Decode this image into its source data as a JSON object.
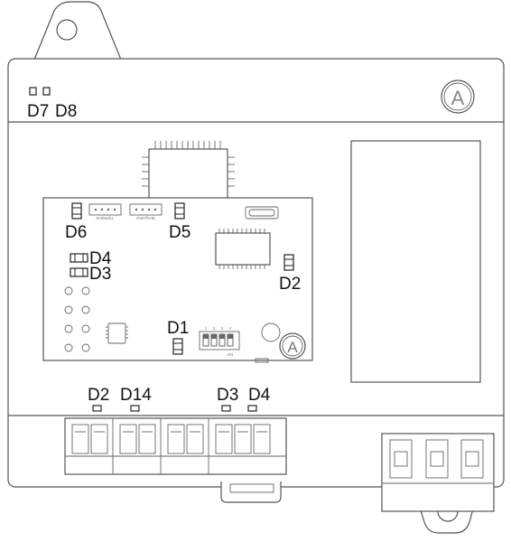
{
  "title": "",
  "brand_mark": "A",
  "board_mark": "A",
  "connector_labels": {
    "termos": "TERMOS",
    "maquina": "MAQUINA"
  },
  "dip_switch": {
    "numbers": [
      "1",
      "2",
      "3",
      "4"
    ],
    "on_label": "ON"
  },
  "leds": {
    "d7": "D7",
    "d8": "D8",
    "d6": "D6",
    "d5": "D5",
    "d4_board": "D4",
    "d3_board": "D3",
    "d2_board": "D2",
    "d1": "D1",
    "d2_bottom": "D2",
    "d14": "D14",
    "d3_bottom": "D3",
    "d4_bottom": "D4"
  }
}
